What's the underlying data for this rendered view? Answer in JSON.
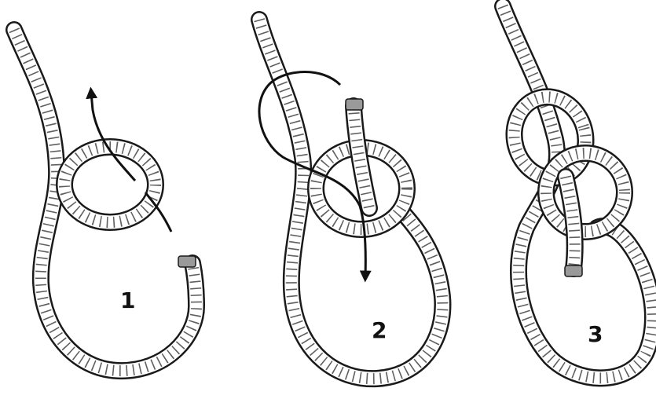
{
  "diagram": {
    "steps": [
      {
        "number": "1",
        "action": "arrow-up-through-loop"
      },
      {
        "number": "2",
        "action": "arrow-down-through-loop"
      },
      {
        "number": "3",
        "action": "finished-knot"
      }
    ],
    "colors": {
      "background": "#ffffff",
      "rope_fill": "#ffffff",
      "rope_outline": "#1a1a1a",
      "rope_twist": "#2a2a2a",
      "arrow": "#111111",
      "rope_end": "#888888"
    }
  }
}
